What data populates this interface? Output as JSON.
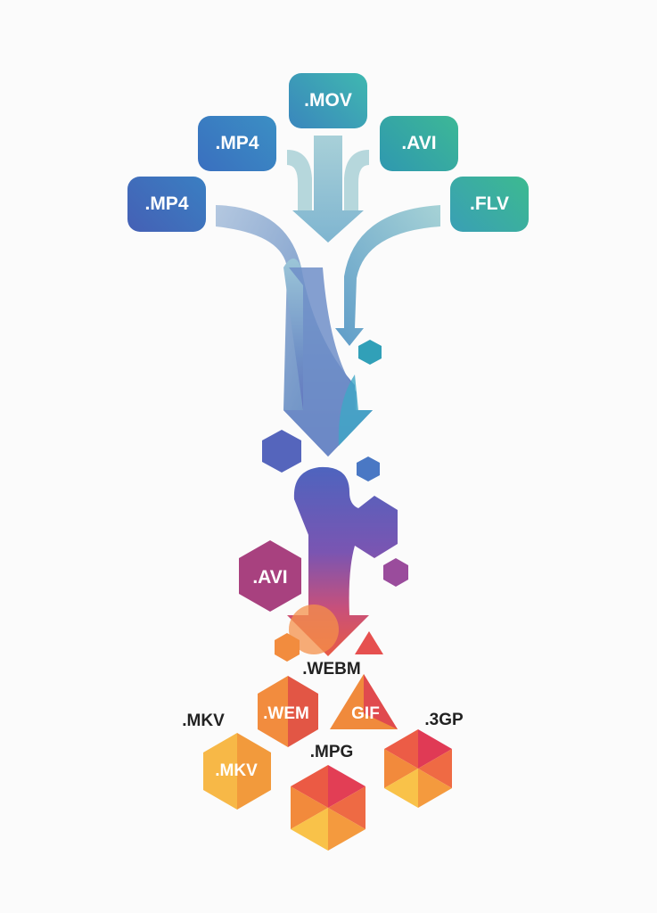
{
  "title": "Video format conversion funnel",
  "inputs": [
    {
      "label": ".MOV",
      "color_from": "#3a8fbf",
      "color_to": "#3fb8b0"
    },
    {
      "label": ".MP4",
      "color_from": "#3a6fbf",
      "color_to": "#3b8fc4"
    },
    {
      "label": ".AVI",
      "color_from": "#2fa0a8",
      "color_to": "#3db896"
    },
    {
      "label": ".MP4",
      "color_from": "#4560b5",
      "color_to": "#3a7fc2"
    },
    {
      "label": ".FLV",
      "color_from": "#3aa2b0",
      "color_to": "#3cba90"
    }
  ],
  "middle": {
    "label": ".AVI",
    "color": "#a03f7e"
  },
  "outputs": {
    "webm_caption": ".WEBM",
    "wem_hex": ".WEM",
    "gif_triangle": "GIF",
    "mkv_caption": ".MKV",
    "mkv_hex": ".MKV",
    "mpg_caption": ".MPG",
    "gp3_caption": ".3GP"
  },
  "colors": {
    "blue_top": "#8fc3cf",
    "blue_mid": "#6f96c6",
    "purple": "#6a55b0",
    "magenta": "#b0457e",
    "orange": "#f08a3c",
    "red": "#e0454d",
    "yellow": "#f7c04a"
  }
}
